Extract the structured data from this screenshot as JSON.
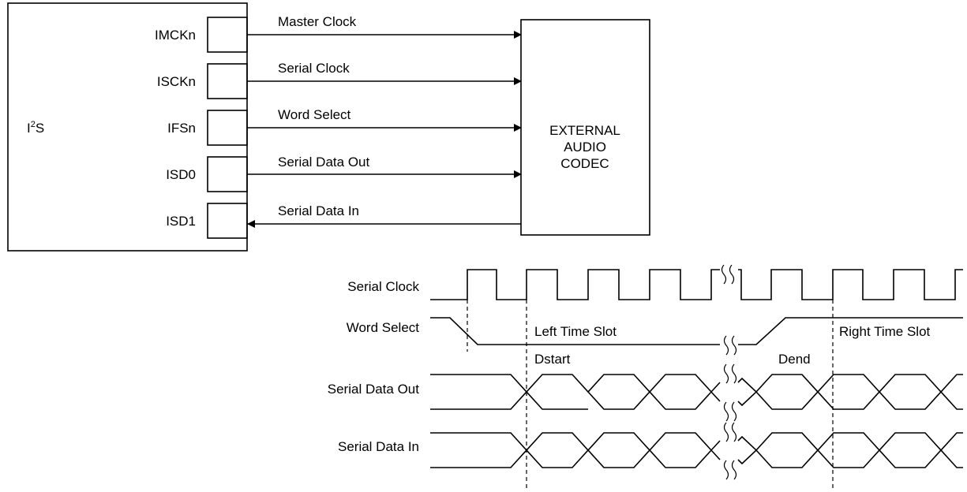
{
  "block": {
    "i2s_label_base": "I",
    "i2s_label_sup": "2",
    "i2s_label_tail": "S",
    "pins": [
      "IMCKn",
      "ISCKn",
      "IFSn",
      "ISD0",
      "ISD1"
    ],
    "signals": [
      "Master Clock",
      "Serial Clock",
      "Word Select",
      "Serial Data Out",
      "Serial Data In"
    ],
    "codec_lines": [
      "EXTERNAL",
      "AUDIO",
      "CODEC"
    ]
  },
  "timing": {
    "rows": [
      "Serial Clock",
      "Word Select",
      "Serial Data Out",
      "Serial Data In"
    ],
    "left_slot": "Left Time Slot",
    "right_slot": "Right Time Slot",
    "dstart": "Dstart",
    "dend": "Dend"
  }
}
